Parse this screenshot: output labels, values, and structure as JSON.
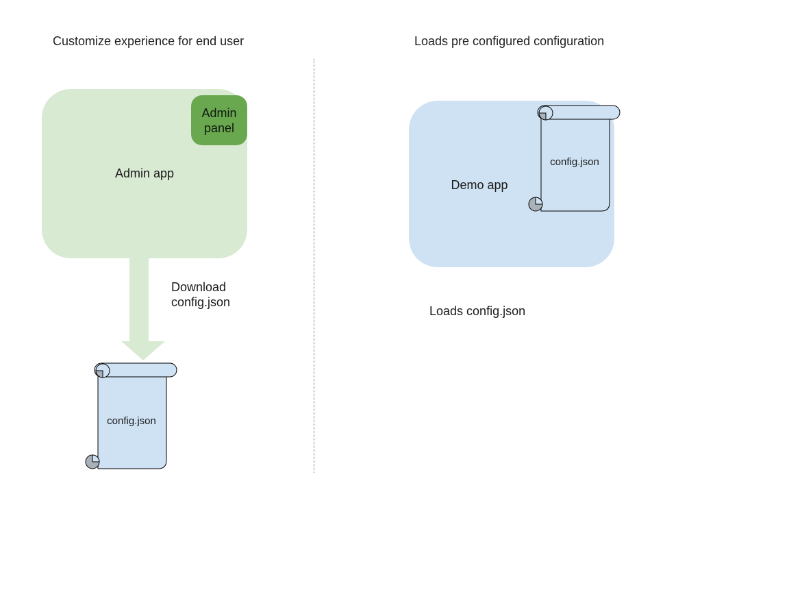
{
  "left": {
    "title": "Customize experience for end user",
    "admin_app_label": "Admin app",
    "admin_panel_label": "Admin panel",
    "arrow_label": "Download\nconfig.json",
    "scroll_label": "config.json"
  },
  "right": {
    "title": "Loads pre configured configuration",
    "demo_app_label": "Demo app",
    "scroll_label": "config.json",
    "caption": "Loads config.json"
  },
  "colors": {
    "app_green": "#d9ead3",
    "panel_green": "#6aa84f",
    "app_blue": "#cfe2f3",
    "scroll_blue": "#cfe2f3",
    "curl_gray": "#a9b2b8",
    "outline": "#000000",
    "divider_gray": "#6f6f6f",
    "text": "#1a1a1a"
  }
}
